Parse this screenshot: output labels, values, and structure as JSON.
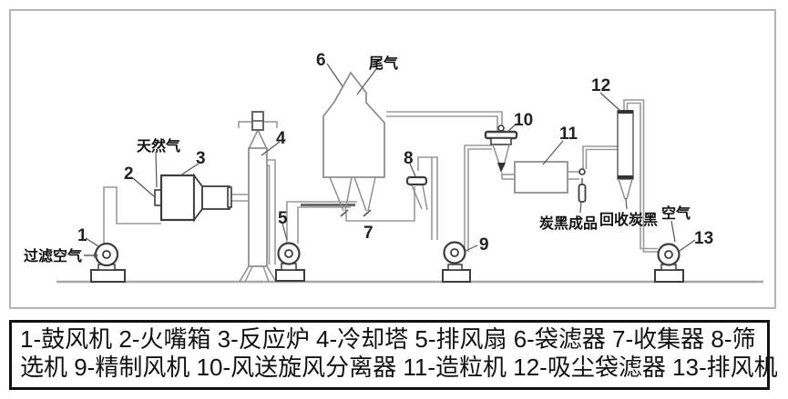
{
  "figure": {
    "type": "process-flow-diagram",
    "subject": "carbon black production line"
  },
  "colors": {
    "pipe_gray": "#9a9a9a",
    "equipment_dark": "#3d3d3d",
    "text": "#111111",
    "frame_border": "#b5b5b5",
    "legend_border": "#111111",
    "ground": "#a8a8a8"
  },
  "callouts": {
    "c1": "1",
    "c2": "2",
    "c3": "3",
    "c4": "4",
    "c5": "5",
    "c6": "6",
    "c7": "7",
    "c8": "8",
    "c9": "9",
    "c10": "10",
    "c11": "11",
    "c12": "12",
    "c13": "13"
  },
  "annotations": {
    "filtered_air": "过滤空气",
    "natural_gas": "天然气",
    "tail_gas": "尾气",
    "carbon_black_product": "炭黑成品",
    "recovered_carbon_black": "回收炭黑",
    "air": "空气"
  },
  "equipment": [
    {
      "id": "1",
      "name": "鼓风机"
    },
    {
      "id": "2",
      "name": "火嘴箱"
    },
    {
      "id": "3",
      "name": "反应炉"
    },
    {
      "id": "4",
      "name": "冷却塔"
    },
    {
      "id": "5",
      "name": "排风扇"
    },
    {
      "id": "6",
      "name": "袋滤器"
    },
    {
      "id": "7",
      "name": "收集器"
    },
    {
      "id": "8",
      "name": "筛选机"
    },
    {
      "id": "9",
      "name": "精制风机"
    },
    {
      "id": "10",
      "name": "风送旋风分离器"
    },
    {
      "id": "11",
      "name": "造粒机"
    },
    {
      "id": "12",
      "name": "吸尘袋滤器"
    },
    {
      "id": "13",
      "name": "排风机"
    }
  ],
  "legend": {
    "line1": "1-鼓风机 2-火嘴箱 3-反应炉 4-冷却塔  5-排风扇 6-袋滤器 7-收集器 8-筛",
    "line2": "选机 9-精制风机 10-风送旋风分离器 11-造粒机 12-吸尘袋滤器 13-排风机"
  }
}
